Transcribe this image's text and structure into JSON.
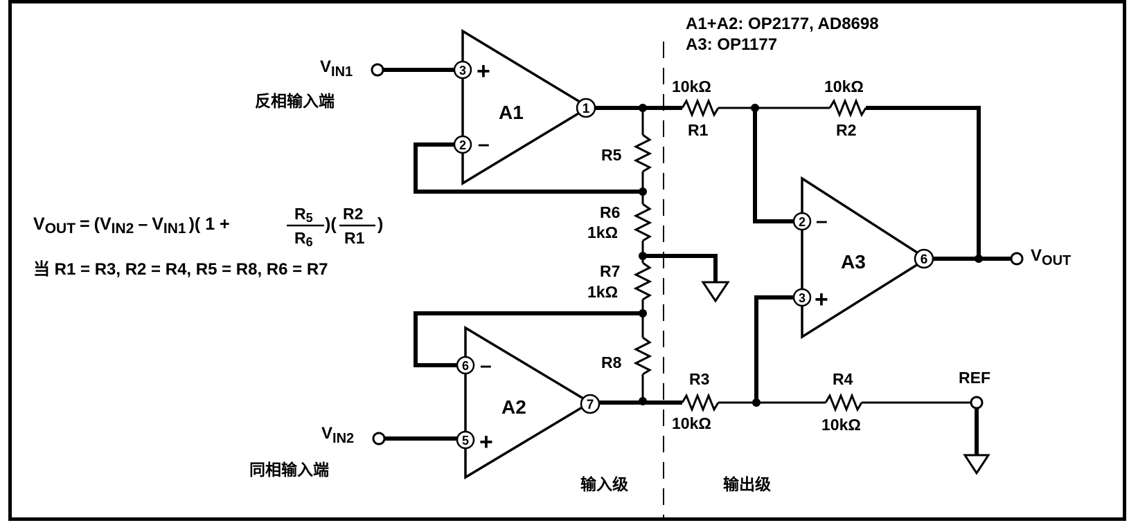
{
  "title": "Three op-amp instrumentation amplifier",
  "parts_note": {
    "line1": "A1+A2: OP2177, AD8698",
    "line2": "A3: OP1177"
  },
  "amplifiers": [
    {
      "name": "A1",
      "pins": {
        "noninv": "3",
        "inv": "2",
        "out": "1"
      }
    },
    {
      "name": "A2",
      "pins": {
        "inv": "6",
        "noninv": "5",
        "out": "7"
      }
    },
    {
      "name": "A3",
      "pins": {
        "inv": "2",
        "noninv": "3",
        "out": "6"
      }
    }
  ],
  "signs": {
    "plus": "+",
    "minus": "–"
  },
  "inputs": {
    "vin1": {
      "main": "V",
      "sub": "IN1",
      "desc": "反相输入端"
    },
    "vin2": {
      "main": "V",
      "sub": "IN2",
      "desc": "同相输入端"
    }
  },
  "output": {
    "main": "V",
    "sub": "OUT"
  },
  "ref_label": "REF",
  "resistors": [
    {
      "id": "R1",
      "value": "10kΩ"
    },
    {
      "id": "R2",
      "value": "10kΩ"
    },
    {
      "id": "R3",
      "value": "10kΩ"
    },
    {
      "id": "R4",
      "value": "10kΩ"
    },
    {
      "id": "R5",
      "value": ""
    },
    {
      "id": "R6",
      "value": "1kΩ"
    },
    {
      "id": "R7",
      "value": "1kΩ"
    },
    {
      "id": "R8",
      "value": ""
    }
  ],
  "stages": {
    "input": "输入级",
    "output": "输出级"
  },
  "formula": {
    "lhs_main": "V",
    "lhs_sub": "OUT",
    "eq": "=",
    "open": "(",
    "vin2_main": "V",
    "vin2_sub": "IN2",
    "minus": "–",
    "vin1_main": "V",
    "vin1_sub": "IN1",
    "mid": ")( 1 +",
    "frac1_num_main": "R",
    "frac1_num_sub": "5",
    "frac1_den_main": "R",
    "frac1_den_sub": "6",
    "between": ")(",
    "frac2_num": "R2",
    "frac2_den": "R1",
    "close": ")",
    "condition": "当 R1 = R3, R2 = R4, R5 = R8, R6 = R7"
  }
}
